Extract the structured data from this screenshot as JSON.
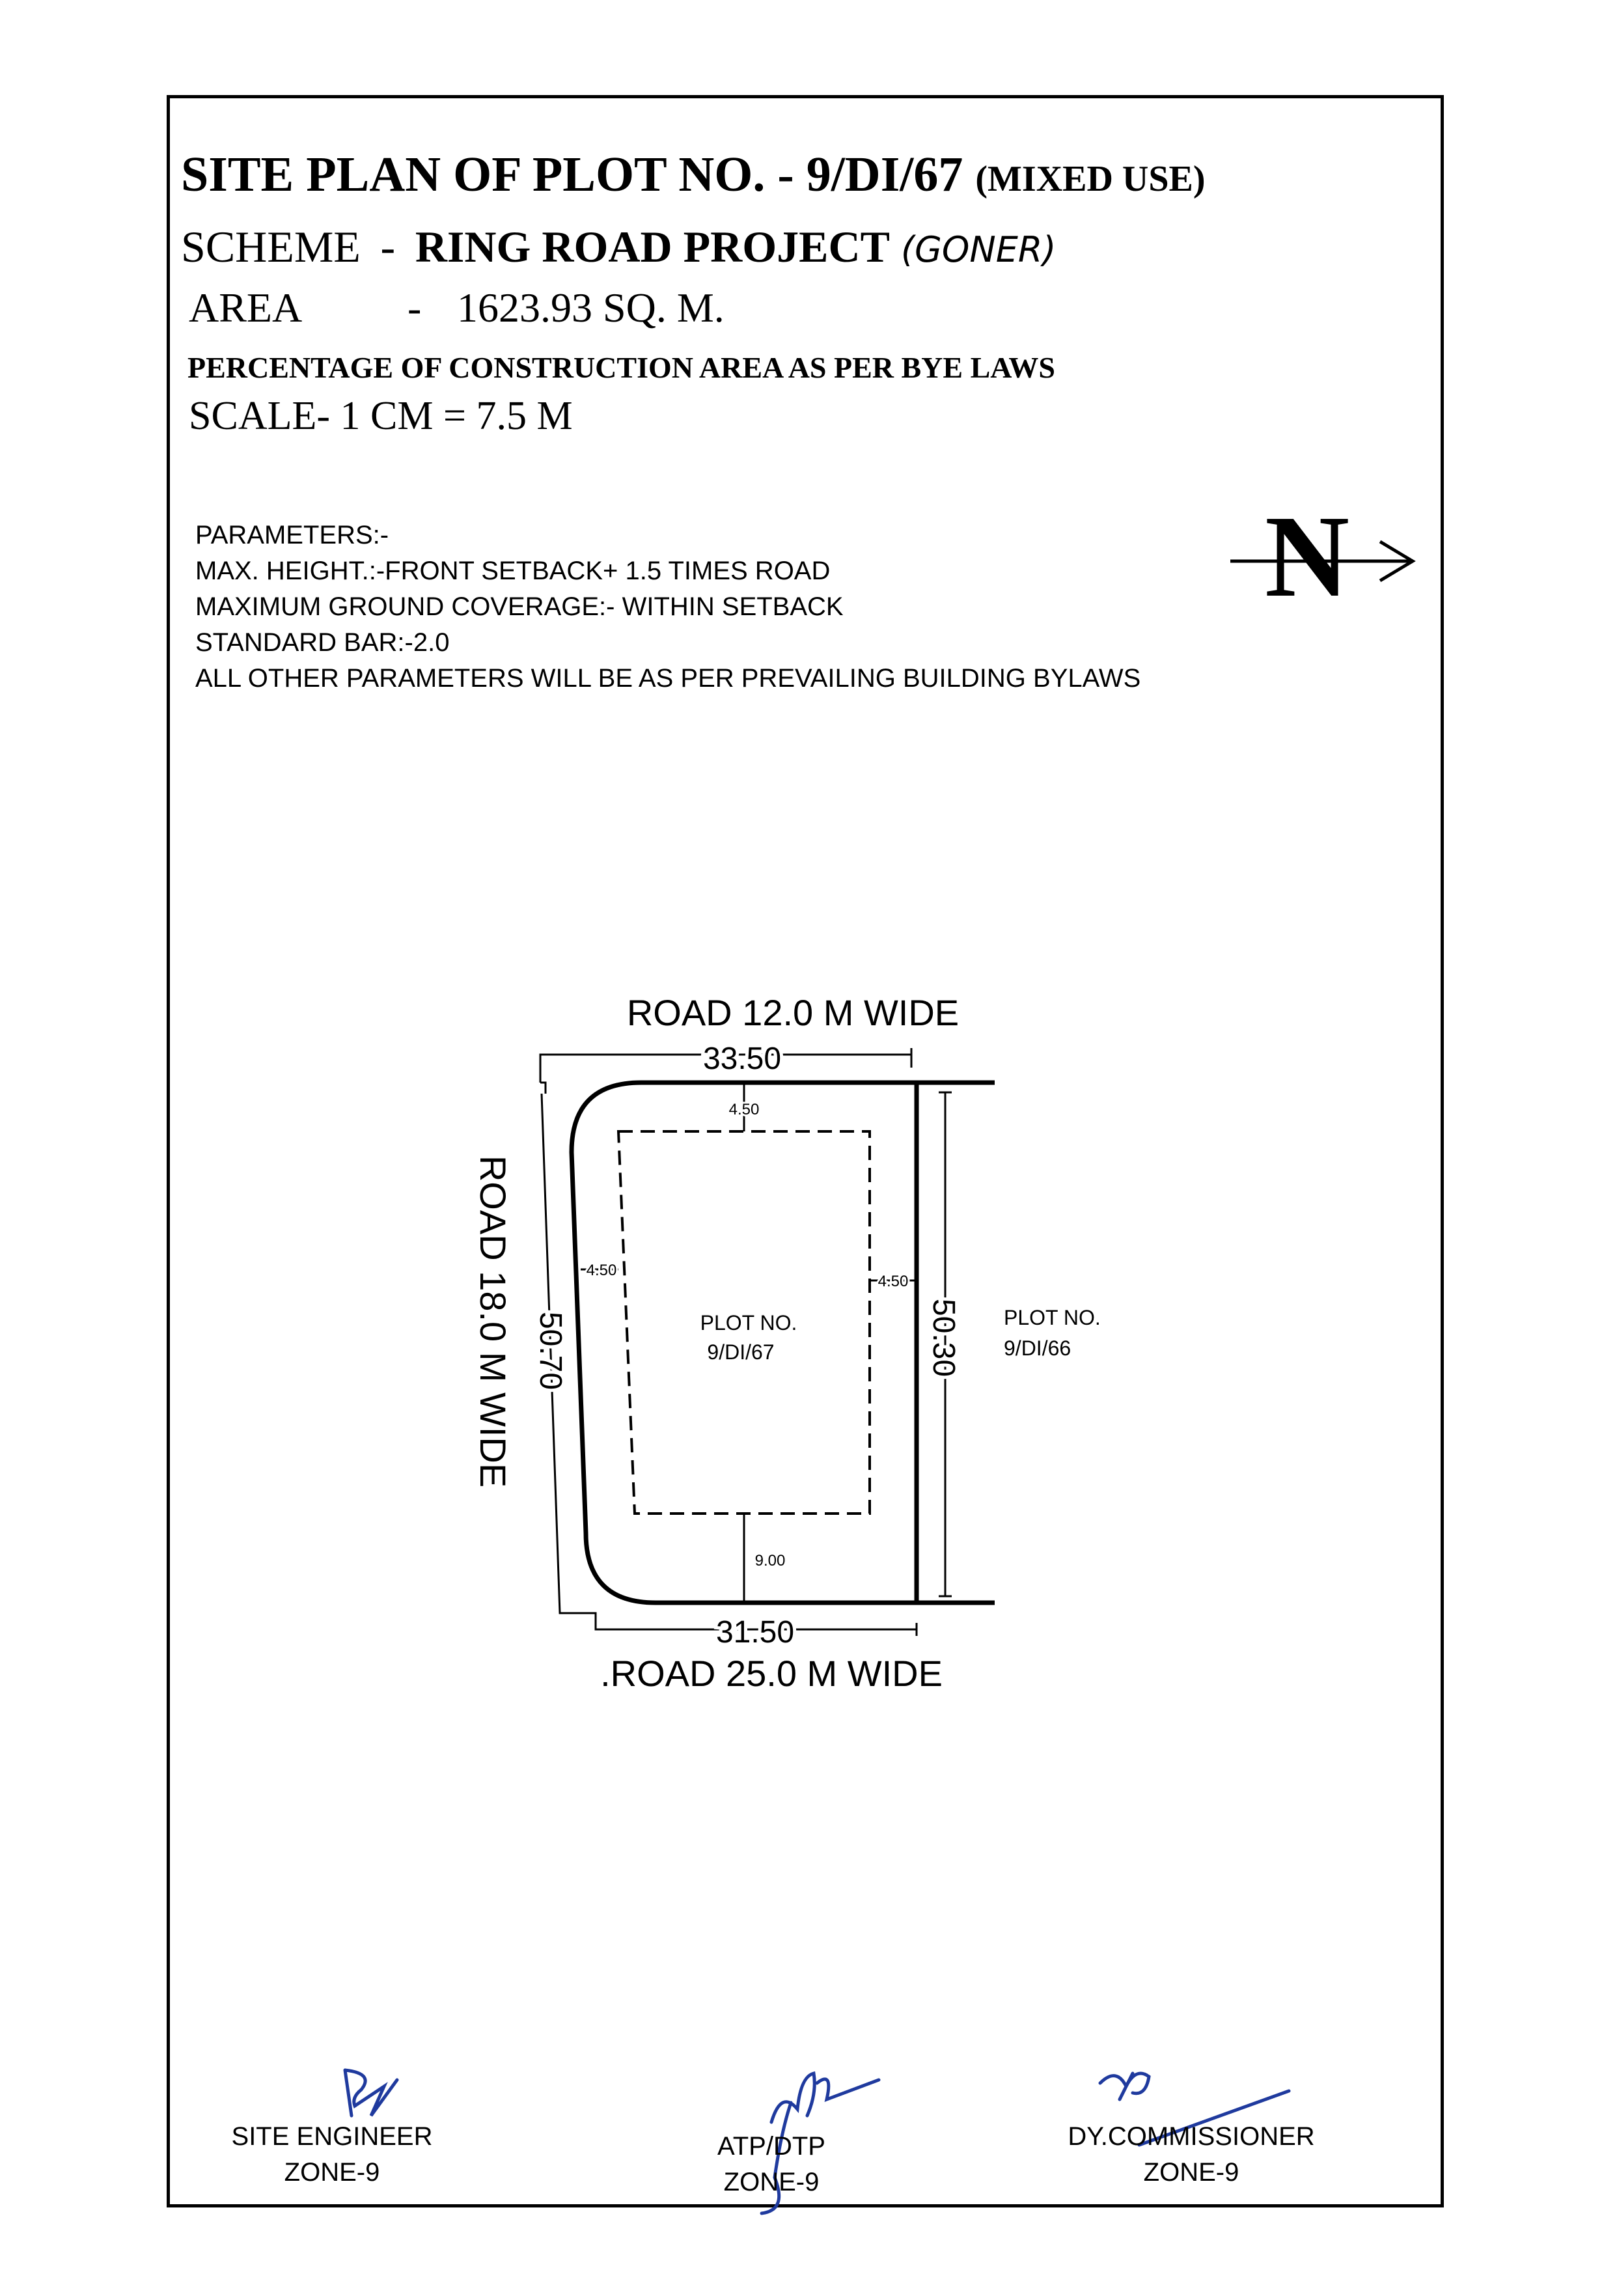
{
  "header": {
    "title_main": "SITE PLAN OF PLOT NO. - 9/DI/67",
    "title_suffix": "(MIXED USE)",
    "scheme_label": "SCHEME",
    "scheme_dash": "-",
    "scheme_value": "RING ROAD PROJECT",
    "scheme_handwritten": "(GONER)",
    "area_label": "AREA",
    "area_dash": "-",
    "area_value": "1623.93 SQ. M.",
    "percentage_line": "PERCENTAGE OF CONSTRUCTION AREA AS PER BYE LAWS",
    "scale": "SCALE- 1 CM = 7.5 M"
  },
  "parameters": {
    "heading": "PARAMETERS:-",
    "lines": [
      "MAX. HEIGHT.:-FRONT SETBACK+ 1.5 TIMES ROAD",
      "MAXIMUM GROUND COVERAGE:- WITHIN SETBACK",
      "STANDARD BAR:-2.0",
      "ALL OTHER PARAMETERS WILL BE AS PER PREVAILING BUILDING BYLAWS"
    ]
  },
  "north_arrow": {
    "letter": "N"
  },
  "plan": {
    "road_top": "ROAD  12.0 M WIDE",
    "road_left": "ROAD  18.0 M WIDE",
    "road_bottom": ".ROAD  25.0 M WIDE",
    "dim_top": "33.50",
    "dim_bottom": "31.50",
    "dim_left": "50.70",
    "dim_right": "50.30",
    "setback_top": "4.50",
    "setback_left": "4.50",
    "setback_right": "4.50",
    "setback_bottom": "9.00",
    "plot_label": "PLOT NO.",
    "plot_number": "9/DI/67",
    "neighbor_label": "PLOT NO.",
    "neighbor_number": "9/DI/66"
  },
  "signatures": [
    {
      "role": "SITE ENGINEER",
      "zone": "ZONE-9"
    },
    {
      "role": "ATP/DTP",
      "zone": "ZONE-9"
    },
    {
      "role": "DY.COMMISSIONER",
      "zone": "ZONE-9"
    }
  ],
  "colors": {
    "ink": "#000000",
    "signature_ink": "#1f3a9e",
    "paper": "#ffffff"
  }
}
